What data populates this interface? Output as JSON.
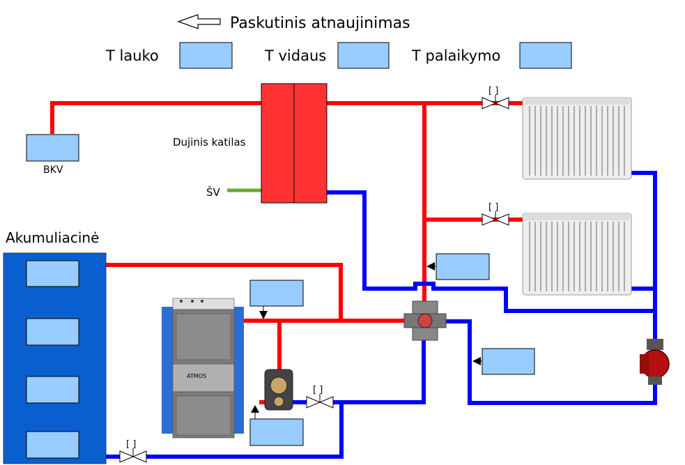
{
  "header": {
    "last_update_label": "Paskutinis atnaujinimas",
    "arrow_icon": "left-arrow-icon"
  },
  "temperatures": {
    "t_lauko_label": "T lauko",
    "t_vidaus_label": "T vidaus",
    "t_palaikymo_label": "T palaikymo"
  },
  "components": {
    "bkv_label": "BKV",
    "gas_boiler_label": "Dujinis katilas",
    "sv_label": "ŠV",
    "accumulator_label": "Akumuliacinė",
    "valve_tag": "[ ]",
    "solid_boiler_brand": "ATMOS"
  },
  "colors": {
    "hot_pipe": "#ff0000",
    "cold_pipe": "#0000ff",
    "cold_water_pipe": "#66aa33",
    "sensor_fill": "#99ccff",
    "tank": "#0a5fd0",
    "gas_boiler": "#ff3333"
  }
}
